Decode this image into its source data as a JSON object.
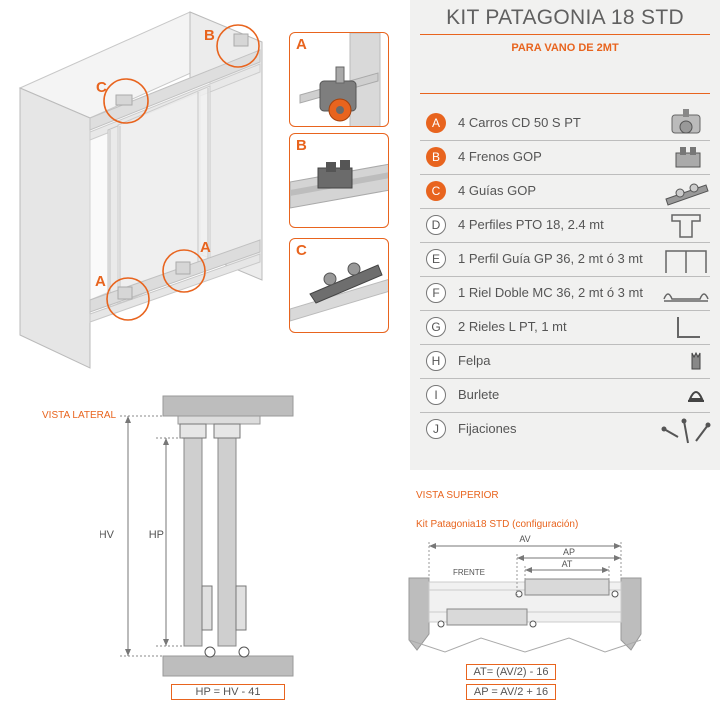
{
  "kit": {
    "title": "KIT PATAGONIA 18 STD",
    "subtitle": "PARA VANO DE 2MT"
  },
  "parts": [
    {
      "badge": "A",
      "label": "4 Carros CD 50 S PT",
      "icon": "carriage-icon",
      "highlight": true
    },
    {
      "badge": "B",
      "label": "4 Frenos GOP",
      "icon": "brake-icon",
      "highlight": true
    },
    {
      "badge": "C",
      "label": "4 Guías GOP",
      "icon": "guide-icon",
      "highlight": true
    },
    {
      "badge": "D",
      "label": "4 Perfiles PTO 18, 2.4 mt",
      "icon": "profile-icon",
      "highlight": false
    },
    {
      "badge": "E",
      "label": "1 Perfil Guía GP 36, 2 mt ó 3 mt",
      "icon": "guide-profile-icon",
      "highlight": false
    },
    {
      "badge": "F",
      "label": "1 Riel Doble MC 36, 2 mt ó 3 mt",
      "icon": "double-rail-icon",
      "highlight": false
    },
    {
      "badge": "G",
      "label": "2 Rieles L PT, 1 mt",
      "icon": "l-rail-icon",
      "highlight": false
    },
    {
      "badge": "H",
      "label": "Felpa",
      "icon": "felt-icon",
      "highlight": false
    },
    {
      "badge": "I",
      "label": "Burlete",
      "icon": "weatherstrip-icon",
      "highlight": false
    },
    {
      "badge": "J",
      "label": "Fijaciones",
      "icon": "screws-icon",
      "highlight": false
    }
  ],
  "callouts": {
    "a": "A",
    "b": "B",
    "c": "C"
  },
  "details": [
    {
      "letter": "A"
    },
    {
      "letter": "B"
    },
    {
      "letter": "C"
    }
  ],
  "side_view": {
    "label": "VISTA LATERAL",
    "hv": "HV",
    "hp": "HP",
    "formula": "HP = HV - 41"
  },
  "top_view": {
    "label": "VISTA SUPERIOR",
    "subtitle": "Kit Patagonia18 STD (configuración)",
    "av": "AV",
    "ap": "AP",
    "at": "AT",
    "frente": "FRENTE",
    "formula_at": "AT= (AV/2) - 16",
    "formula_ap": "AP = AV/2 + 16"
  },
  "colors": {
    "accent": "#e8641e",
    "panel": "#f1f1f0",
    "text": "#555555"
  }
}
